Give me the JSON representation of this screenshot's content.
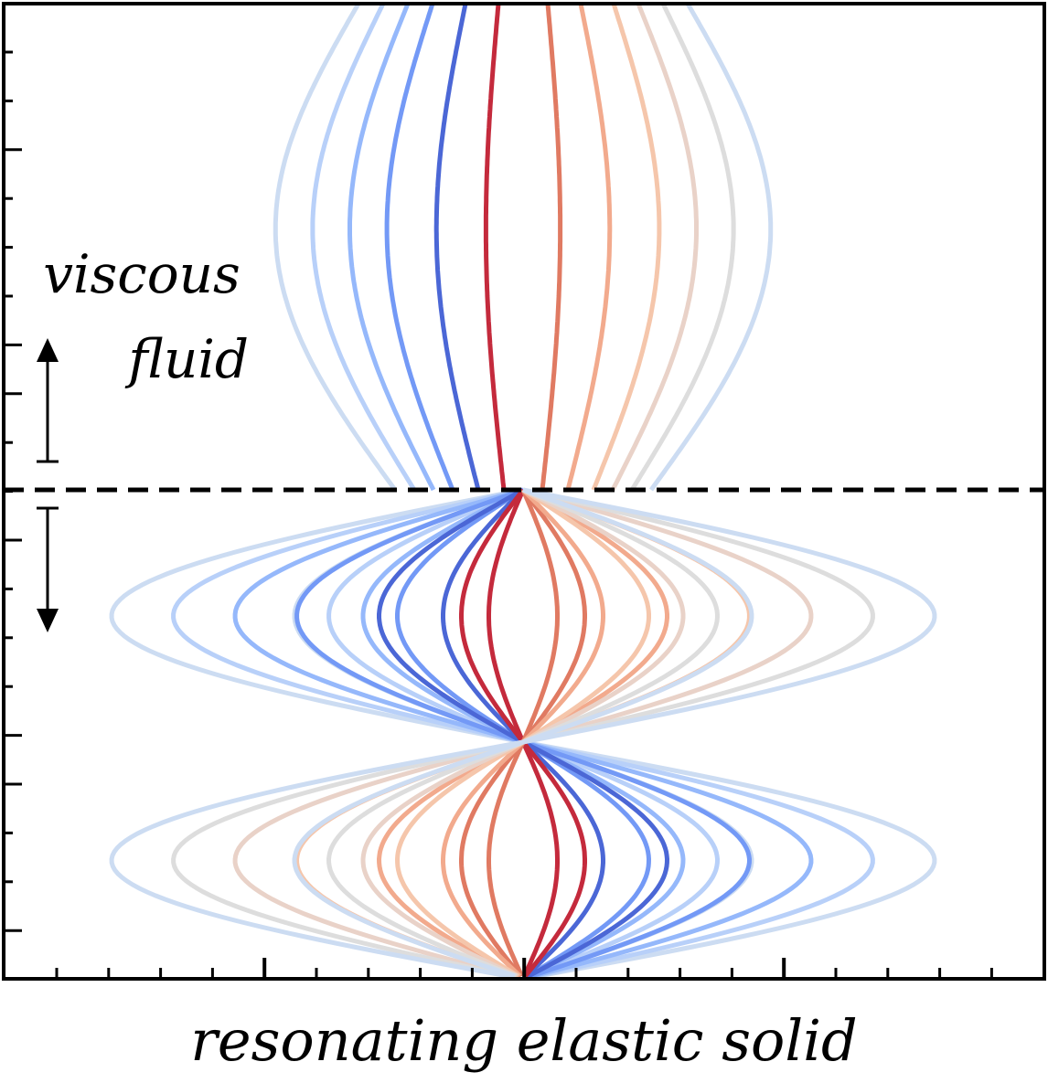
{
  "labels": {
    "fluid_line1": "viscous",
    "fluid_line2": "fluid",
    "solid": "resonating elastic solid"
  },
  "palette": [
    "#ccdcf2",
    "#b8d0f9",
    "#95b8fb",
    "#7399f6",
    "#4b67d6",
    "#c42a3c",
    "#e07a62",
    "#f2aa8d",
    "#f5c6ab",
    "#e9d2c8",
    "#dddddd"
  ],
  "phases": [
    -1.0,
    -0.85,
    -0.7,
    -0.55,
    -0.35,
    -0.15,
    0.15,
    0.35,
    0.55,
    0.7,
    0.85,
    1.0
  ],
  "boundary_style": "dashed"
}
